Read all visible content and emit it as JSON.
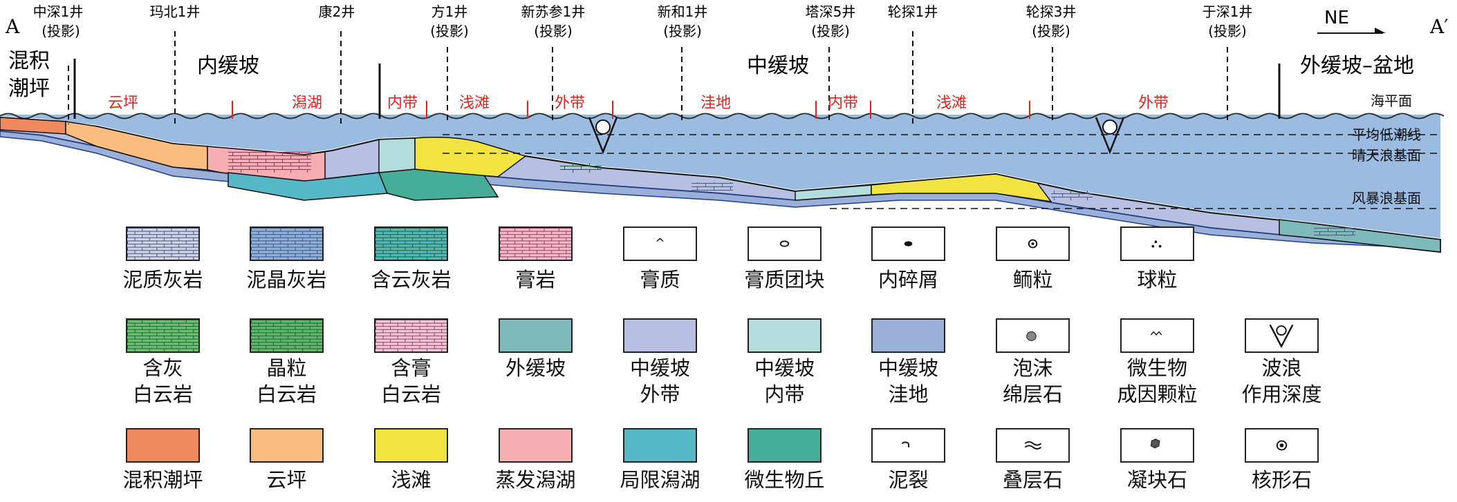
{
  "section": {
    "start_label": "A",
    "end_label": "A′",
    "direction": "NE",
    "wells": [
      {
        "name": "中深1井",
        "note": "(投影)"
      },
      {
        "name": "玛北1井",
        "note": ""
      },
      {
        "name": "康2井",
        "note": ""
      },
      {
        "name": "方1井",
        "note": "(投影)"
      },
      {
        "name": "新苏参1井",
        "note": "(投影)"
      },
      {
        "name": "新和1井",
        "note": "(投影)"
      },
      {
        "name": "塔深5井",
        "note": "(投影)"
      },
      {
        "name": "轮探1井",
        "note": ""
      },
      {
        "name": "轮探3井",
        "note": "(投影)"
      },
      {
        "name": "于深1井",
        "note": "(投影)"
      }
    ],
    "zones": [
      "混积\n潮坪",
      "内缓坡",
      "中缓坡",
      "外缓坡–盆地"
    ],
    "subzones": [
      "云坪",
      "潟湖",
      "内带",
      "浅滩",
      "外带",
      "洼地",
      "内带",
      "浅滩",
      "外带"
    ],
    "water_levels": [
      "海平面",
      "平均低潮线",
      "晴天浪基面",
      "风暴浪基面"
    ]
  },
  "colors": {
    "subzone_red": "#e0241c",
    "water": "#9cbbe0",
    "mixed_tidal_flat": "#f08a5e",
    "dolomite_flat": "#fbbd7f",
    "shoal": "#f2e440",
    "evaporite_lagoon": "#f6aeb2",
    "restricted_lagoon": "#56b7c6",
    "microbial_mound": "#46ad98",
    "outer_ramp": "#7eb9bb",
    "mid_ramp_outer": "#b7c0e2",
    "mid_ramp_inner": "#b3dcdc",
    "mid_ramp_depression": "#9ab0d9"
  },
  "legend": [
    {
      "label": "泥质灰岩",
      "pattern": "argillaceous-limestone"
    },
    {
      "label": "泥晶灰岩",
      "pattern": "micritic-limestone"
    },
    {
      "label": "含云灰岩",
      "pattern": "dolomitic-limestone"
    },
    {
      "label": "膏岩",
      "pattern": "gypsum-rock"
    },
    {
      "label": "膏质",
      "pattern": "gypseous-icon"
    },
    {
      "label": "膏质团块",
      "pattern": "gypsum-nodule-icon"
    },
    {
      "label": "内碎屑",
      "pattern": "intraclast-icon"
    },
    {
      "label": "鲕粒",
      "pattern": "ooid-icon"
    },
    {
      "label": "球粒",
      "pattern": "pellet-icon"
    },
    {
      "label": "含灰\n白云岩",
      "pattern": "calcareous-dolomite"
    },
    {
      "label": "晶粒\n白云岩",
      "pattern": "crystalline-dolomite"
    },
    {
      "label": "含膏\n白云岩",
      "pattern": "gypsiferous-dolomite"
    },
    {
      "label": "外缓坡",
      "pattern": "outer-ramp-fill"
    },
    {
      "label": "中缓坡\n外带",
      "pattern": "mid-ramp-outer-fill"
    },
    {
      "label": "中缓坡\n内带",
      "pattern": "mid-ramp-inner-fill"
    },
    {
      "label": "中缓坡\n洼地",
      "pattern": "mid-ramp-depression-fill"
    },
    {
      "label": "泡沫\n绵层石",
      "pattern": "spongiostromata-icon"
    },
    {
      "label": "微生物\n成因颗粒",
      "pattern": "microbial-grain-icon"
    },
    {
      "label": "波浪\n作用深度",
      "pattern": "wave-depth-icon"
    },
    {
      "label": "混积潮坪",
      "pattern": "mixed-tidal-flat-fill"
    },
    {
      "label": "云坪",
      "pattern": "dolomite-flat-fill"
    },
    {
      "label": "浅滩",
      "pattern": "shoal-fill"
    },
    {
      "label": "蒸发潟湖",
      "pattern": "evaporite-lagoon-fill"
    },
    {
      "label": "局限潟湖",
      "pattern": "restricted-lagoon-fill"
    },
    {
      "label": "微生物丘",
      "pattern": "microbial-mound-fill"
    },
    {
      "label": "泥裂",
      "pattern": "mud-crack-icon"
    },
    {
      "label": "叠层石",
      "pattern": "stromatolite-icon"
    },
    {
      "label": "凝块石",
      "pattern": "thrombolite-icon"
    },
    {
      "label": "核形石",
      "pattern": "oncolite-icon"
    }
  ]
}
